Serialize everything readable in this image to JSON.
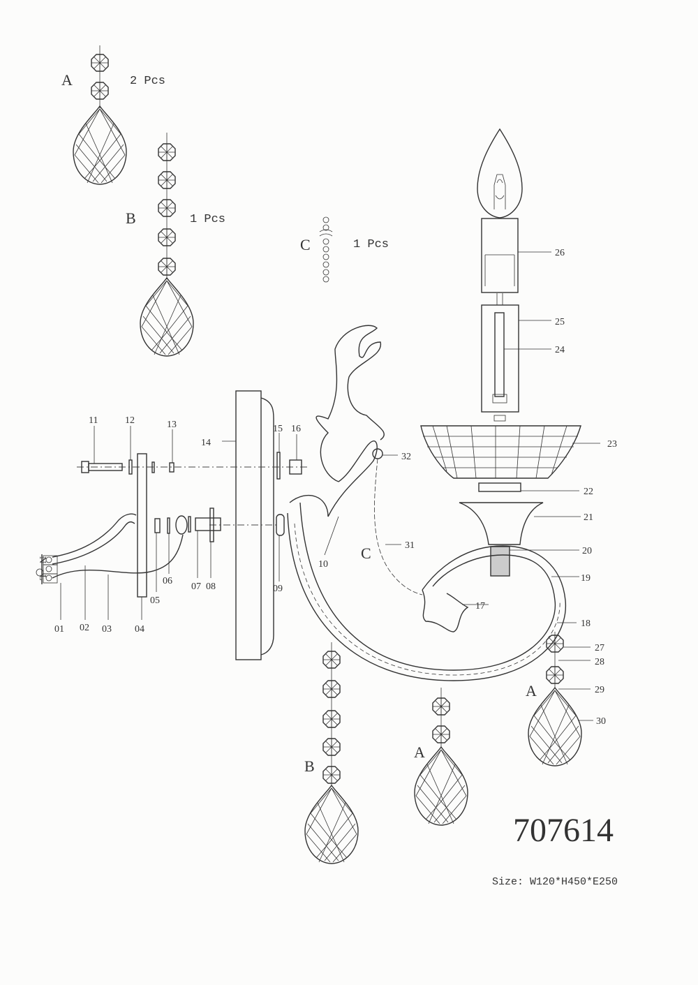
{
  "legend": {
    "A": {
      "letter": "A",
      "qty": "2 Pcs"
    },
    "B": {
      "letter": "B",
      "qty": "1 Pcs"
    },
    "C": {
      "letter": "C",
      "qty": "1 Pcs"
    }
  },
  "terminal": {
    "N": "N",
    "L": "L"
  },
  "parts": {
    "p01": "01",
    "p02": "02",
    "p03": "03",
    "p04": "04",
    "p05": "05",
    "p06": "06",
    "p07": "07",
    "p08": "08",
    "p09": "09",
    "p10": "10",
    "p11": "11",
    "p12": "12",
    "p13": "13",
    "p14": "14",
    "p15": "15",
    "p16": "16",
    "p17": "17",
    "p18": "18",
    "p19": "19",
    "p20": "20",
    "p21": "21",
    "p22": "22",
    "p23": "23",
    "p24": "24",
    "p25": "25",
    "p26": "26",
    "p27": "27",
    "p28": "28",
    "p29": "29",
    "p30": "30",
    "p31": "31",
    "p32": "32"
  },
  "pendant_tags": {
    "bottom_B": "B",
    "bottom_A": "A",
    "right_A": "A",
    "chain_C": "C"
  },
  "model_number": "707614",
  "size_text": "Size: W120*H450*E250"
}
